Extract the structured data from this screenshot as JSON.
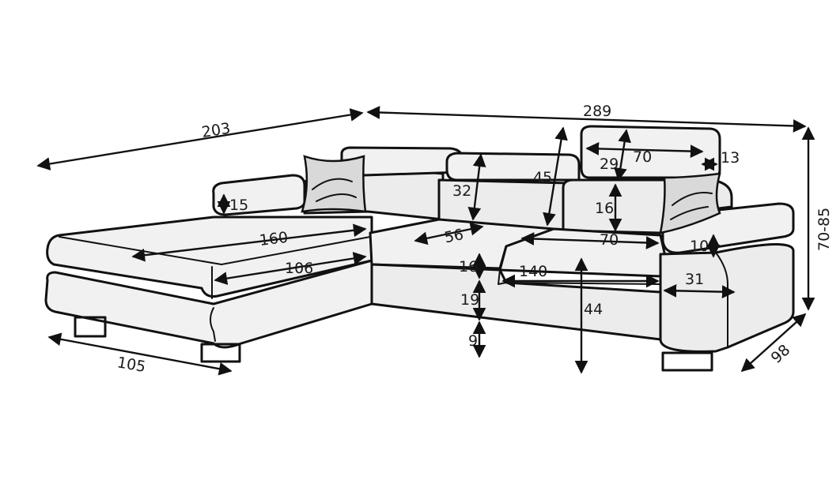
{
  "colors": {
    "outline": "#111111",
    "fabric": "#f1f1f1",
    "pillow": "#d9d9d9"
  },
  "dimensions": {
    "left_depth": "203",
    "total_width": "289",
    "overall_height": "70-85",
    "right_depth": "98",
    "chaise_width": "105",
    "armrest_left_height": "15",
    "chaise_length": "160",
    "bed_length": "106",
    "backrest_height": "32",
    "headrest_gap": "45",
    "headrest_width": "70",
    "headrest_height": "29",
    "headrest_thickness": "13",
    "backrest_lower": "16",
    "seat_depth_left": "56",
    "seat_depth_right": "70",
    "armrest_right_height": "10",
    "seat_cushion": "16",
    "bed_width": "140",
    "base_height": "19",
    "armrest_width": "31",
    "seat_height": "44",
    "leg_height": "9"
  }
}
